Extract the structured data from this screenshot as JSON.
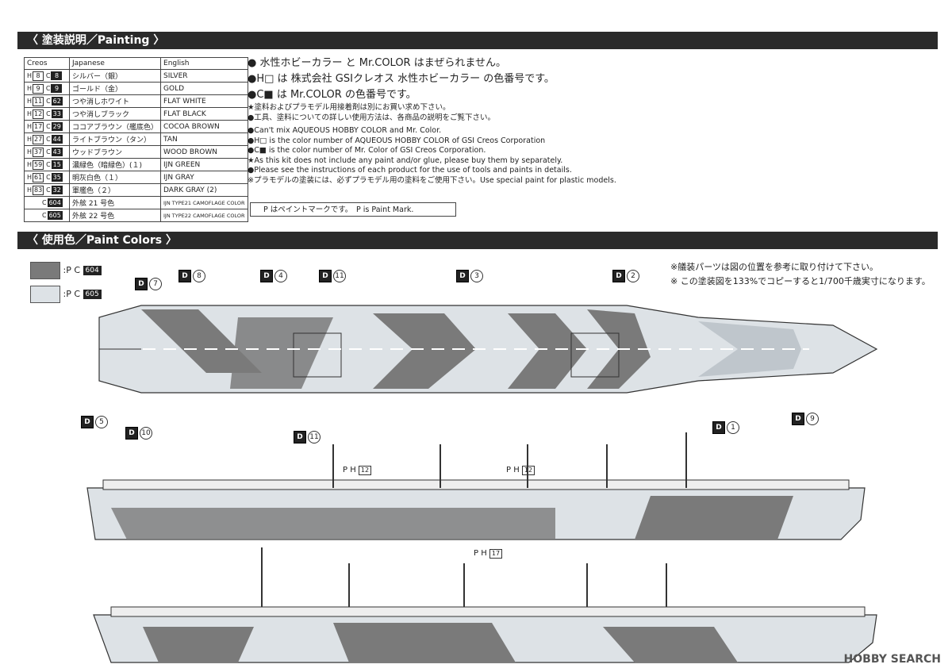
{
  "sections": {
    "painting": "〈 塗装説明／Painting 〉",
    "paint_colors": "〈 使用色／Paint Colors 〉"
  },
  "color_table": {
    "headers": [
      "Creos",
      "Japanese",
      "English"
    ],
    "rows": [
      {
        "h": "8",
        "c": "8",
        "jp": "シルバー（銀）",
        "en": "SILVER"
      },
      {
        "h": "9",
        "c": "9",
        "jp": "ゴールド（金）",
        "en": "GOLD"
      },
      {
        "h": "11",
        "c": "62",
        "jp": "つや消しホワイト",
        "en": "FLAT WHITE"
      },
      {
        "h": "12",
        "c": "33",
        "jp": "つや消しブラック",
        "en": "FLAT BLACK"
      },
      {
        "h": "17",
        "c": "29",
        "jp": "ココアブラウン（艦底色）",
        "en": "COCOA BROWN"
      },
      {
        "h": "27",
        "c": "44",
        "jp": "ライトブラウン（タン）",
        "en": "TAN"
      },
      {
        "h": "37",
        "c": "43",
        "jp": "ウッドブラウン",
        "en": "WOOD BROWN"
      },
      {
        "h": "59",
        "c": "15",
        "jp": "濃緑色（暗緑色）(１)",
        "en": "IJN GREEN"
      },
      {
        "h": "61",
        "c": "35",
        "jp": "明灰白色（１）",
        "en": "IJN GRAY"
      },
      {
        "h": "83",
        "c": "32",
        "jp": "軍艦色（２）",
        "en": "DARK GRAY (2)"
      },
      {
        "h": "",
        "c": "604",
        "jp": "外舷 21 号色",
        "en": "IJN TYPE21 CAMOFLAGE COLOR"
      },
      {
        "h": "",
        "c": "605",
        "jp": "外舷 22 号色",
        "en": "IJN TYPE22 CAMOFLAGE COLOR"
      }
    ],
    "h_prefix": "H",
    "c_prefix": "C"
  },
  "notes": {
    "jp1": "● 水性ホビーカラー と Mr.COLOR はまぜられません。",
    "jp2": "●H□ は 株式会社 GSIクレオス 水性ホビーカラー の色番号です。",
    "jp3": "●C■ は Mr.COLOR の色番号です。",
    "jp4": "★塗料およびプラモデル用接着剤は別にお買い求め下さい。",
    "jp5": "●工具、塗料についての詳しい使用方法は、各商品の説明をご覧下さい。",
    "en1": "●Can't mix AQUEOUS HOBBY COLOR and Mr. Color.",
    "en2": "●H□ is the color number of AQUEOUS HOBBY COLOR of GSI Creos Corporation",
    "en3": "●C■ is the color number of Mr. Color of GSI Creos Corporation.",
    "en4": "★As this kit does not include any paint and/or glue, please buy them by separately.",
    "en5": "●Please see the instructions of each product for the use of tools and paints in details.",
    "jp6": "※プラモデルの塗装には、必ずプラモデル用の塗料をご使用下さい。Use special paint for plastic models.",
    "paint_mark": "P はペイントマークです。　P is Paint Mark."
  },
  "legend": [
    {
      "code": "604",
      "prefix": ":P C",
      "color": "#7a7a7a"
    },
    {
      "code": "605",
      "prefix": ":P C",
      "color": "#dde2e6"
    }
  ],
  "right_notes": {
    "line1": "※艤装パーツは図の位置を参考に取り付けて下さい。",
    "line2": "※ この塗装図を133%でコピーすると1/700千歳実寸になります。"
  },
  "callouts": [
    {
      "letter": "D",
      "num": "7"
    },
    {
      "letter": "D",
      "num": "8"
    },
    {
      "letter": "D",
      "num": "4"
    },
    {
      "letter": "D",
      "num": "11"
    },
    {
      "letter": "D",
      "num": "3"
    },
    {
      "letter": "D",
      "num": "2"
    },
    {
      "letter": "D",
      "num": "5"
    },
    {
      "letter": "D",
      "num": "10"
    },
    {
      "letter": "D",
      "num": "11"
    },
    {
      "letter": "D",
      "num": "1"
    },
    {
      "letter": "D",
      "num": "9"
    }
  ],
  "paint_marks": [
    {
      "prefix": "P H",
      "code": "12"
    },
    {
      "prefix": "P H",
      "code": "12"
    },
    {
      "prefix": "P H",
      "code": "17"
    }
  ],
  "colors": {
    "dark_camo": "#7a7a7a",
    "light_camo": "#dde2e6",
    "bar_bg": "#2a2a2a"
  },
  "watermark": "HOBBY SEARCH"
}
